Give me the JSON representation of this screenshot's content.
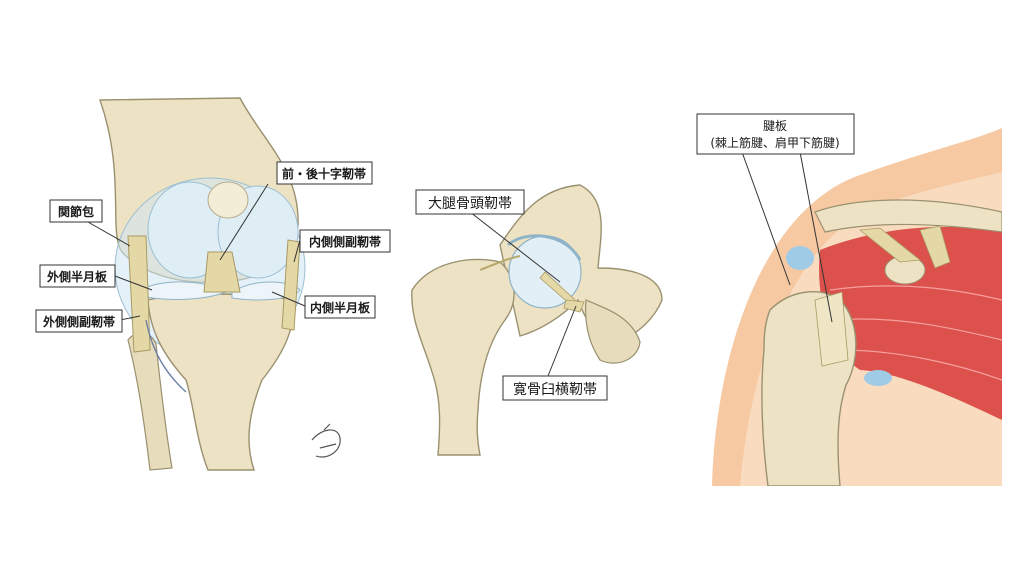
{
  "knee": {
    "label_cruciate": "前・後十字靭帯",
    "label_capsule": "関節包",
    "label_medial_collateral": "内側側副靭帯",
    "label_lateral_meniscus": "外側半月板",
    "label_medial_meniscus": "内側半月板",
    "label_lateral_collateral": "外側側副靭帯"
  },
  "hip": {
    "label_femoral_head_ligament": "大腿骨頭靭帯",
    "label_transverse_acetabular": "寛骨臼横靭帯"
  },
  "shoulder": {
    "label_tendon_title": "腱板",
    "label_tendon_detail": "(棘上筋腱、肩甲下筋腱)"
  },
  "colors": {
    "bone": "#ede3c4",
    "bone_outline": "#9a9170",
    "capsule": "#cfe6f2",
    "muscle": "#d9413f",
    "skin": "#f6c9a3",
    "ligament": "#e4d8a6",
    "leader": "#333333"
  }
}
